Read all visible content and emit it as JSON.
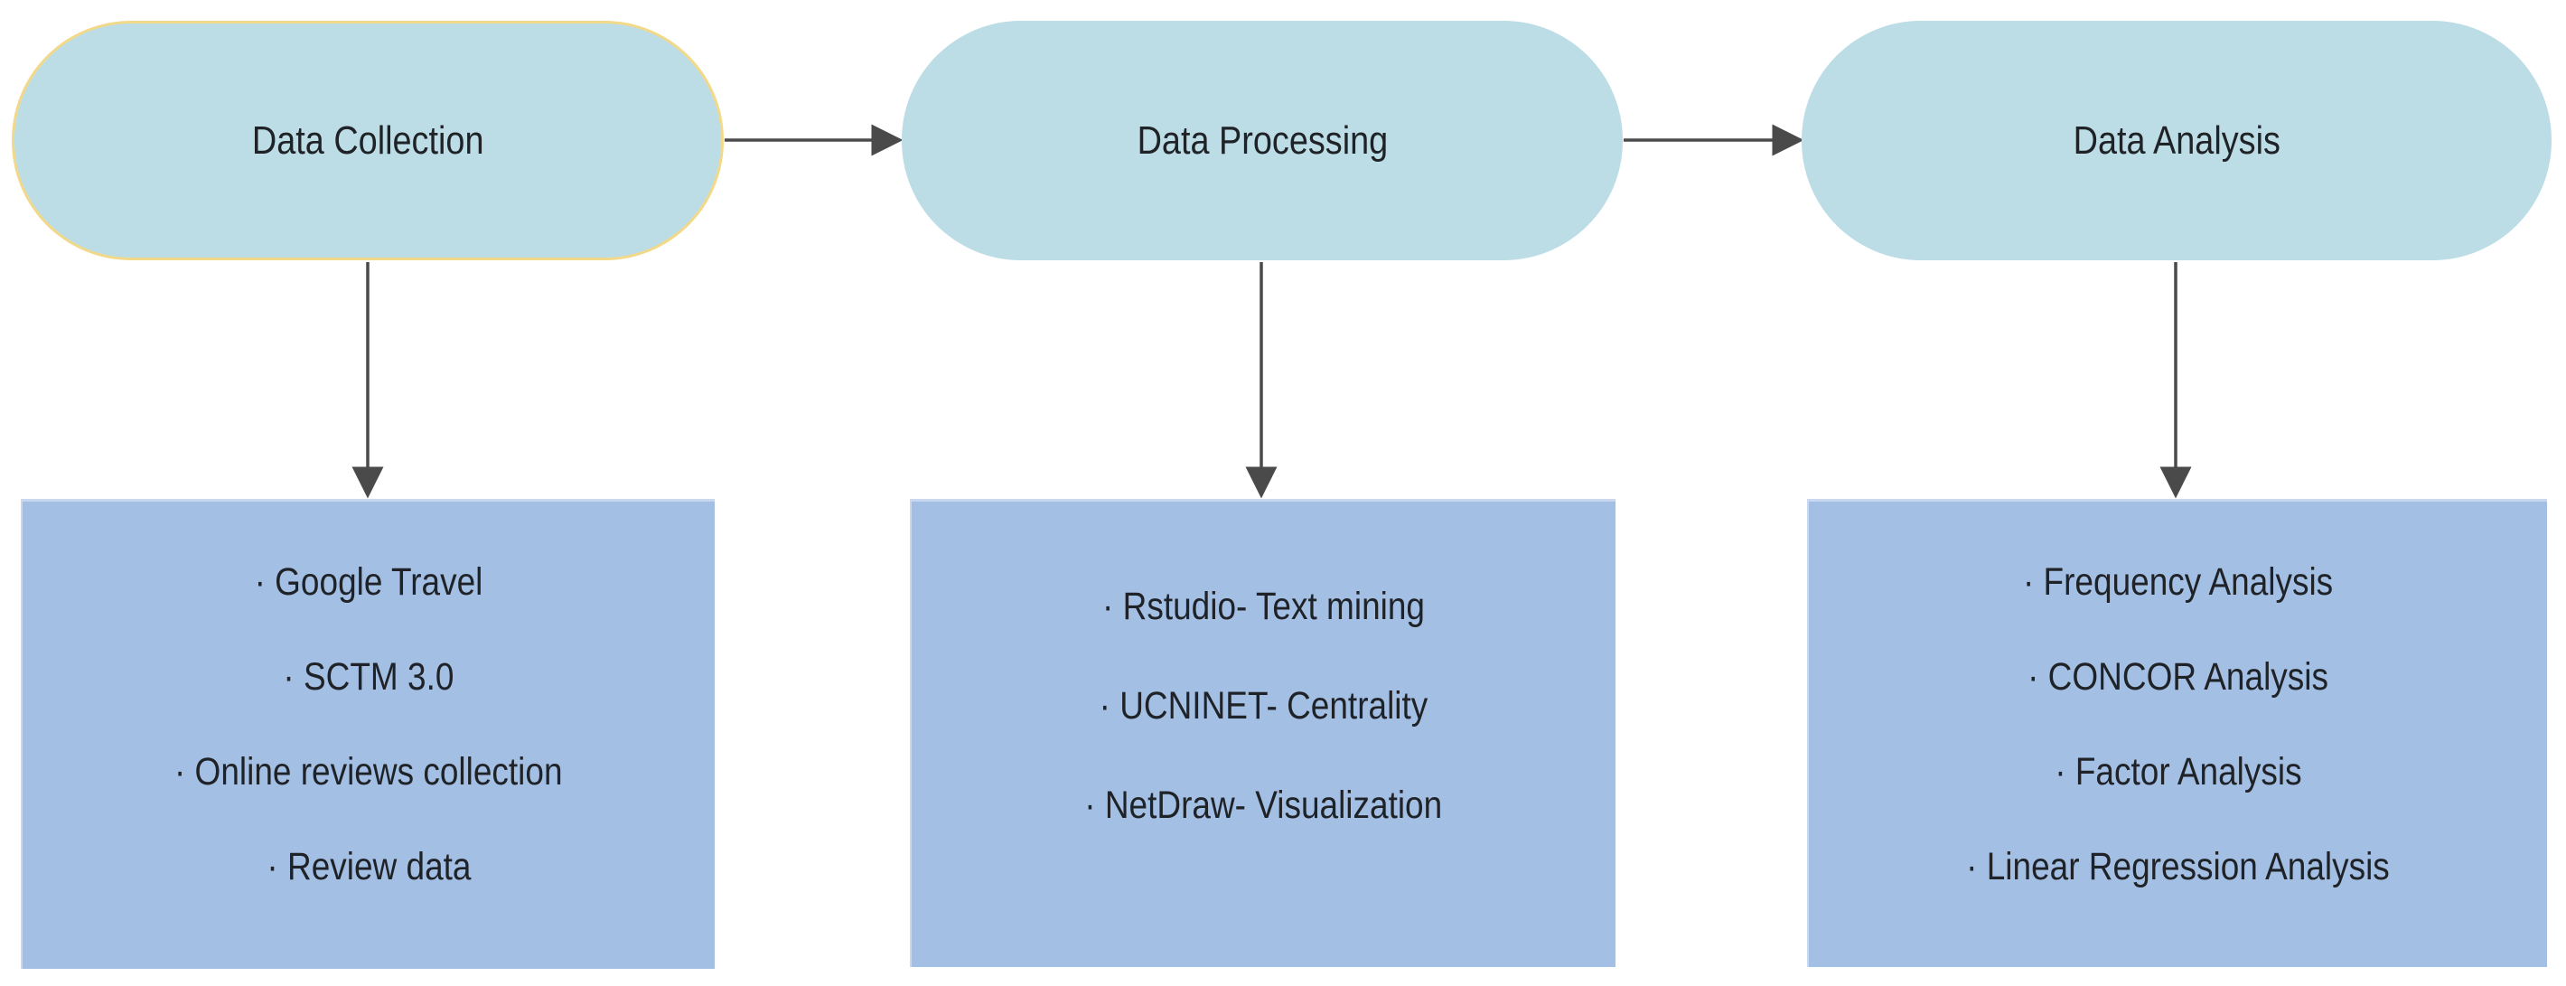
{
  "stages": [
    {
      "title": "Data Collection",
      "items": [
        "· Google Travel",
        "· SCTM 3.0",
        "· Online reviews  collection",
        "· Review data"
      ]
    },
    {
      "title": "Data Processing",
      "items": [
        "· Rstudio- Text mining",
        "· UCNINET- Centrality",
        "· NetDraw- Visualization"
      ]
    },
    {
      "title": "Data Analysis",
      "items": [
        "· Frequency Analysis",
        "· CONCOR Analysis",
        "· Factor Analysis",
        "· Linear Regression Analysis"
      ]
    }
  ],
  "colors": {
    "stage_fill": "#bcdde6",
    "detail_fill": "#a3bfe4",
    "arrow": "#4a4a4a",
    "highlight_border": "#f2d98a"
  }
}
